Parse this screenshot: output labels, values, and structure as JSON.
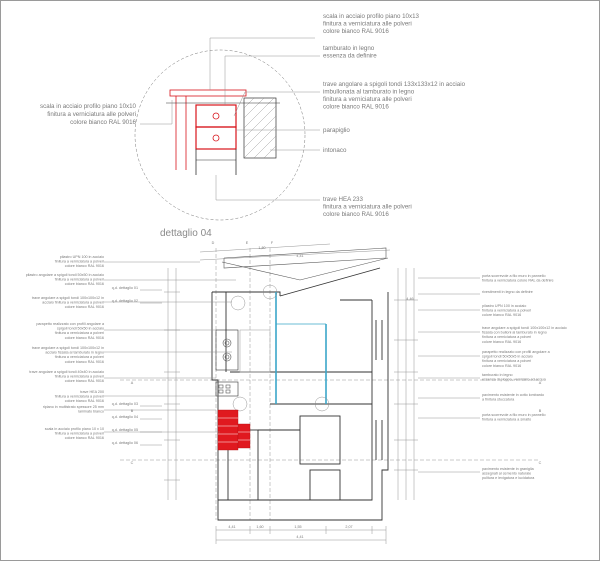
{
  "detail": {
    "title": "dettaglio 04",
    "left_label": [
      "scala in acciaio profilo piano 10x10",
      "finitura a verniciatura alle polveri",
      "colore bianco RAL 9016"
    ],
    "right_labels": [
      [
        "scala in acciaio profilo piano 10x13",
        "finitura a verniciatura alle polveri",
        "colore bianco RAL 9016"
      ],
      [
        "tamburato in legno",
        "essenza da definire"
      ],
      [
        "trave angolare a spigoli tondi 133x133x12 in acciaio",
        "imbullonata al tamburato in legno",
        "finitura a verniciatura alle polveri",
        "colore bianco RAL 9016"
      ],
      [
        "parapiglio"
      ],
      [
        "intonaco"
      ],
      [
        "trave HEA 233",
        "finitura a verniciatura alle polveri",
        "colore bianco RAL 9016"
      ]
    ]
  },
  "plan": {
    "left_labels": [
      [
        "pilastro UPN 100 in acciaio",
        "finitura a verniciatura a polveri",
        "colore bianco RAL 9016"
      ],
      [
        "pilastro angolare a spigoli tondi 50x50 in acciaio",
        "finitura a verniciatura a polveri",
        "colore bianco RAL 9016"
      ],
      [
        "trave angolare a spigoli tondi 100x100x12 in",
        "acciaio finitura a verniciatura a polveri",
        "colore bianco RAL 9016"
      ],
      [
        "parapetto realizzato con profili angolare a",
        "spigoli tondi 50x50 in acciaio",
        "finitura a verniciatura a polveri",
        "colore bianco RAL 9016"
      ],
      [
        "trave angolare a spigoli tondi 100x100x12 in",
        "acciaio fissata al tamburato in legno",
        "finitura a verniciatura a polveri",
        "colore bianco RAL 9016"
      ],
      [
        "trave angolare a spigoli tondi 40x40 in acciaio",
        "finitura a verniciatura a polveri",
        "colore bianco RAL 9016"
      ],
      [
        "trave HEA 200",
        "finitura a verniciatura a polveri",
        "colore bianco RAL 9016"
      ],
      [
        "ripiano in multistrato spessore 25 mm",
        "laminato bianco"
      ],
      [
        "scala in acciaio profilo piano 10 x 10",
        "finitura a verniciatura a polveri",
        "colore bianco RAL 9016"
      ]
    ],
    "right_labels": [
      [
        "porta scorrevole a filo muro in pannello",
        "finitura a verniciatura colore RAL da definire"
      ],
      [
        "rivestimenti in legno da definire"
      ],
      [
        "pilastro UPN 100 in acciaio",
        "finitura a verniciatura a polveri",
        "colore bianco RAL 9016"
      ],
      [
        "trave angolare a spigoli tondi 100x100x12 in acciaio",
        "fissata con bulloni al tamburato in legno",
        "finitura a verniciatura a polveri",
        "colore bianco RAL 9016"
      ],
      [
        "parapetto realizzato con profili angolare a",
        "spigoli tondi 50x50x5 in acciaio",
        "finitura a verniciatura a polveri",
        "colore bianco RAL 9016"
      ],
      [
        "tamburato in legno",
        "essenza di pioppo, verniciato ad acqua"
      ],
      [
        "pavimento esistente in cotto lombardo",
        "a finitura stuccatura"
      ],
      [
        "porta scorrevole a filo muro in pannello",
        "finitura a verniciatura a smalto"
      ],
      [
        "pavimento esistente in graniglia",
        "assegnati al cemento naturale",
        "pulitura e levigatura e lucidatura"
      ]
    ],
    "dim_refs": [
      "q,d. dettaglio 01",
      "q,d. dettaglio 02",
      "q,d. dettaglio 03",
      "q,d. dettaglio 04",
      "q,d. dettaglio 05",
      "q,d. dettaglio 06"
    ],
    "section_marks": [
      "A",
      "A",
      "B",
      "B",
      "C",
      "C",
      "D",
      "E",
      "F"
    ],
    "dims_bottom": [
      "4,41",
      "1,60",
      "1,55",
      "2,07",
      "4,41",
      "4,46"
    ],
    "dims_top": [
      "1,80",
      "4,41"
    ]
  }
}
